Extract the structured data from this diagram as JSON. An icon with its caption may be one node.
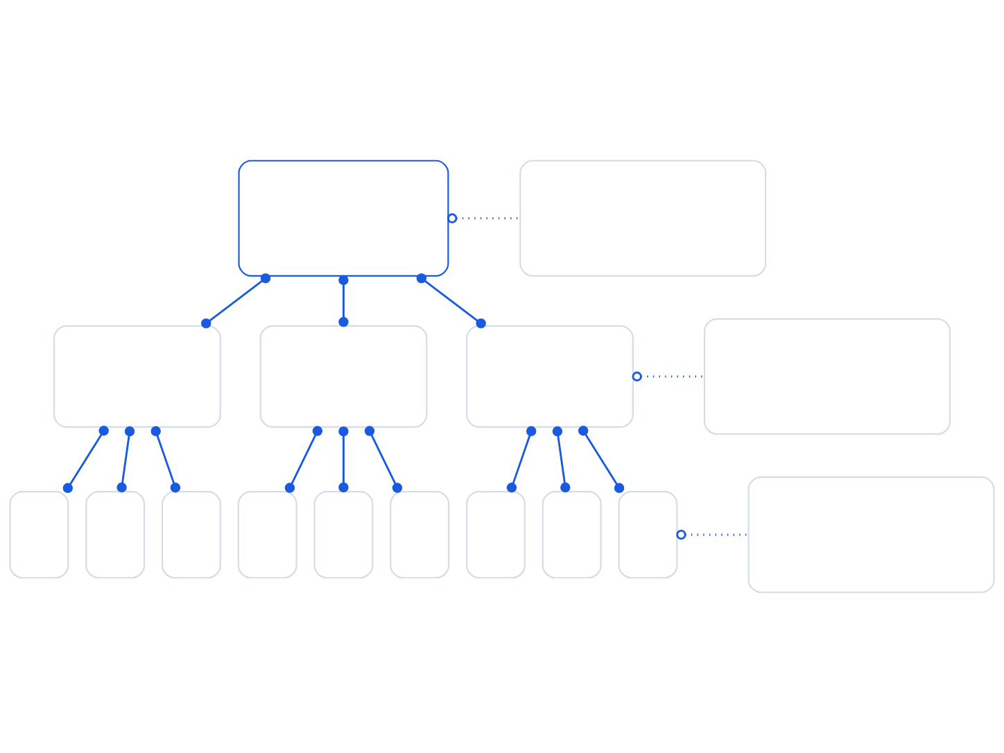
{
  "diagram": {
    "nodes": [
      {
        "text": [],
        "shape": "box"
      },
      {
        "text": [],
        "shape": "box"
      },
      {
        "text": [],
        "shape": "box"
      },
      {
        "text": [],
        "shape": "box"
      },
      {
        "text": [],
        "shape": "box"
      },
      {
        "text": [],
        "shape": "box"
      },
      {
        "text": [],
        "shape": "box"
      },
      {
        "text": [],
        "shape": "box"
      },
      {
        "text": [],
        "shape": "box"
      },
      {
        "text": [],
        "shape": "box"
      },
      {
        "text": [],
        "shape": "box"
      },
      {
        "text": [],
        "shape": "box"
      },
      {
        "text": [],
        "shape": "box"
      },
      {
        "text": [],
        "shape": "box"
      },
      {
        "text": [],
        "shape": "box"
      },
      {
        "text": [],
        "shape": "box"
      }
    ],
    "edges": [
      {
        "from": 0,
        "to": 1,
        "arrow": "other",
        "style": "dashed"
      },
      {
        "from": 0,
        "to": 2,
        "arrow": "other"
      },
      {
        "from": 0,
        "to": 3,
        "arrow": "other"
      },
      {
        "from": 0,
        "to": 4,
        "arrow": "other"
      },
      {
        "from": 4,
        "to": 5,
        "arrow": "other",
        "style": "dashed"
      },
      {
        "from": 2,
        "to": 6,
        "arrow": "other"
      },
      {
        "from": 2,
        "to": 7,
        "arrow": "other"
      },
      {
        "from": 2,
        "to": 8,
        "arrow": "other"
      },
      {
        "from": 3,
        "to": 9,
        "arrow": "other"
      },
      {
        "from": 3,
        "to": 10,
        "arrow": "other"
      },
      {
        "from": 3,
        "to": 11,
        "arrow": "other"
      },
      {
        "from": 4,
        "to": 12,
        "arrow": "other"
      },
      {
        "from": 4,
        "to": 13,
        "arrow": "other"
      },
      {
        "from": 4,
        "to": 14,
        "arrow": "other"
      },
      {
        "from": 14,
        "to": 15,
        "arrow": "other",
        "style": "dashed"
      }
    ]
  }
}
